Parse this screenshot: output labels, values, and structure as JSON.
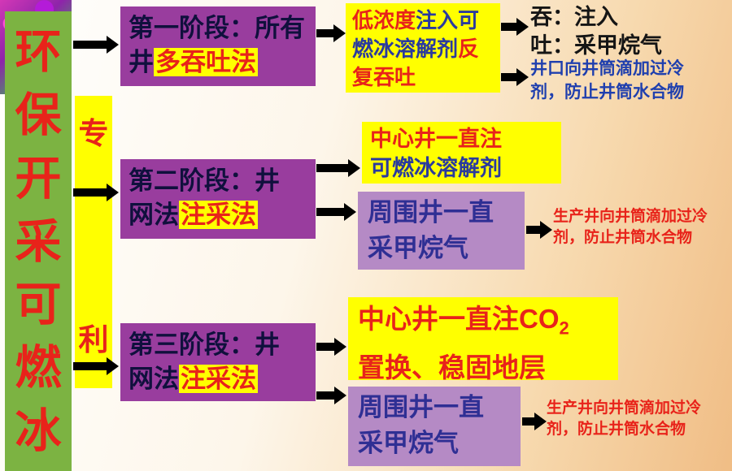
{
  "palette": {
    "green_bar": "#7cb342",
    "yellow": "#ffff00",
    "purple_dark": "#993d9e",
    "purple_light": "#b58ac5",
    "red_text": "#e8231a",
    "blue_text": "#2a3a9e",
    "navy_text": "#10103d"
  },
  "left_bar": {
    "chars": [
      "环",
      "保",
      "开",
      "采",
      "可",
      "燃",
      "冰"
    ]
  },
  "patent_bar": {
    "top": "专",
    "bottom": "利"
  },
  "stages": {
    "s1": {
      "l1": "第一阶段：所有",
      "l2": "井",
      "hl": "多吞吐法"
    },
    "s2": {
      "l1": "第二阶段：井",
      "l2": "网法",
      "hl": "注采法"
    },
    "s3": {
      "l1": "第三阶段：井",
      "l2": "网法",
      "hl": "注采法"
    }
  },
  "row1": {
    "box_seg1": "低浓度",
    "box_seg2": "注入可燃冰溶解剂",
    "box_seg3": "反复吞吐",
    "result_l1": "吞：注入",
    "result_l2": "吐：采甲烷气",
    "note": "井口向井筒滴加过冷剂，防止井筒水合物"
  },
  "row2": {
    "inject_l1": "中心井一直注",
    "inject_l2": "可燃冰溶解剂",
    "produce_l1": "周围井一直",
    "produce_l2": "采甲烷气",
    "note": "生产井向井筒滴加过冷剂，防止井筒水合物"
  },
  "row3": {
    "inject_l1a": "中心井一直注CO",
    "inject_l1sub": "2",
    "inject_l2": "置换、稳固地层",
    "produce_l1": "周围井一直",
    "produce_l2": "采甲烷气",
    "note": "生产井向井筒滴加过冷剂，防止井筒水合物"
  }
}
